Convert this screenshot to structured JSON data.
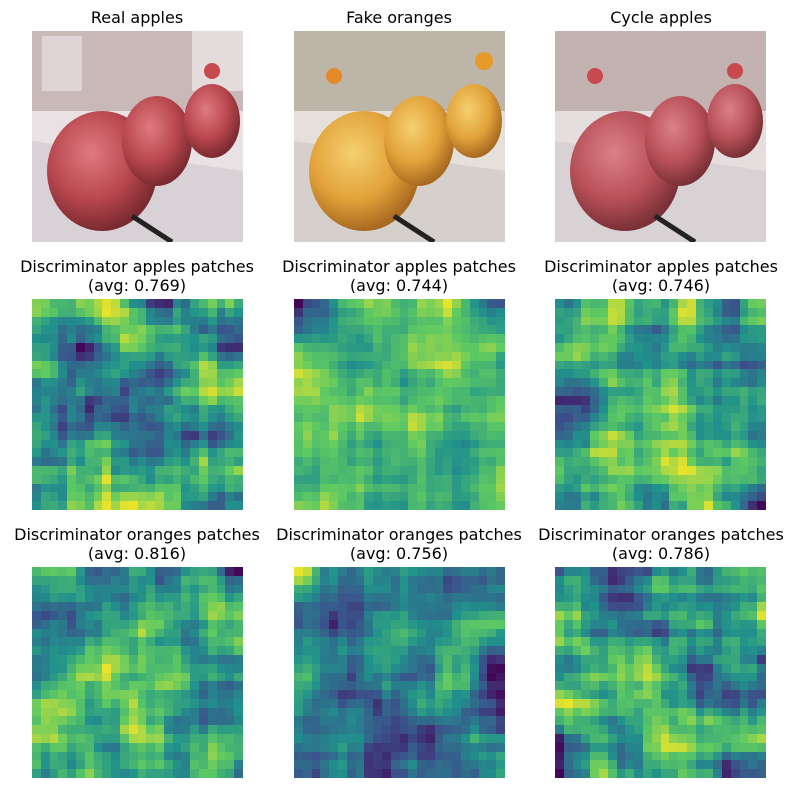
{
  "figure": {
    "col_titles": [
      "Real apples",
      "Fake oranges",
      "Cycle apples"
    ],
    "row2_titles": [
      {
        "line1": "Discriminator apples patches",
        "line2": "(avg: 0.769)",
        "avg": 0.769
      },
      {
        "line1": "Discriminator apples patches",
        "line2": "(avg: 0.744)",
        "avg": 0.744
      },
      {
        "line1": "Discriminator apples patches",
        "line2": "(avg: 0.746)",
        "avg": 0.746
      }
    ],
    "row3_titles": [
      {
        "line1": "Discriminator oranges patches",
        "line2": "(avg: 0.816)",
        "avg": 0.816
      },
      {
        "line1": "Discriminator oranges patches",
        "line2": "(avg: 0.756)",
        "avg": 0.756
      },
      {
        "line1": "Discriminator oranges patches",
        "line2": "(avg: 0.786)",
        "avg": 0.786
      }
    ]
  },
  "palette": {
    "background": "#ffffff",
    "real_apple": "#b8464e",
    "fake_orange": "#e2a23a",
    "cycle_apple": "#b85058",
    "viridis": [
      "#440154",
      "#3b528b",
      "#21918c",
      "#5ec962",
      "#fde725"
    ]
  }
}
